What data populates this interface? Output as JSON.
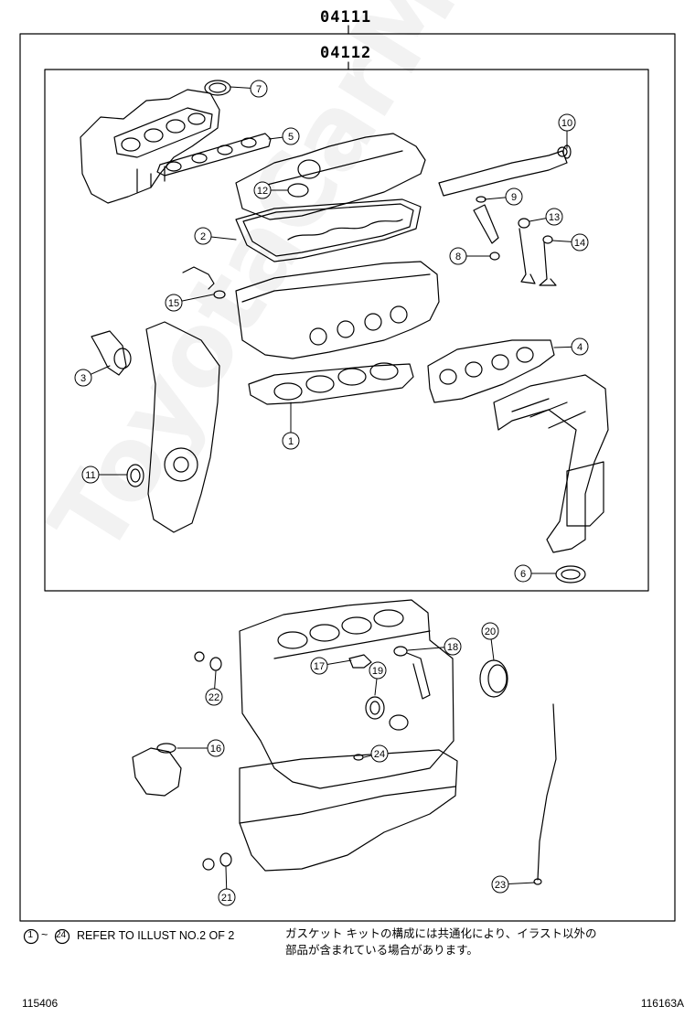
{
  "header": {
    "outer_code": "04111",
    "inner_code": "04112"
  },
  "callouts": [
    "1",
    "2",
    "3",
    "4",
    "5",
    "6",
    "7",
    "8",
    "9",
    "10",
    "11",
    "12",
    "13",
    "14",
    "15",
    "16",
    "17",
    "18",
    "19",
    "20",
    "21",
    "22",
    "23",
    "24"
  ],
  "footer": {
    "range_start": "1",
    "range_tilde": "~",
    "range_end": "24",
    "note_en": "REFER TO ILLUST NO.2 OF 2",
    "note_jp_line1": "ガスケット キットの構成には共通化により、イラスト以外の",
    "note_jp_line2": "部品が含まれている場合があります。"
  },
  "corner": {
    "left": "115406",
    "right": "116163A"
  },
  "watermark": "ToyotaCarMine.ru"
}
